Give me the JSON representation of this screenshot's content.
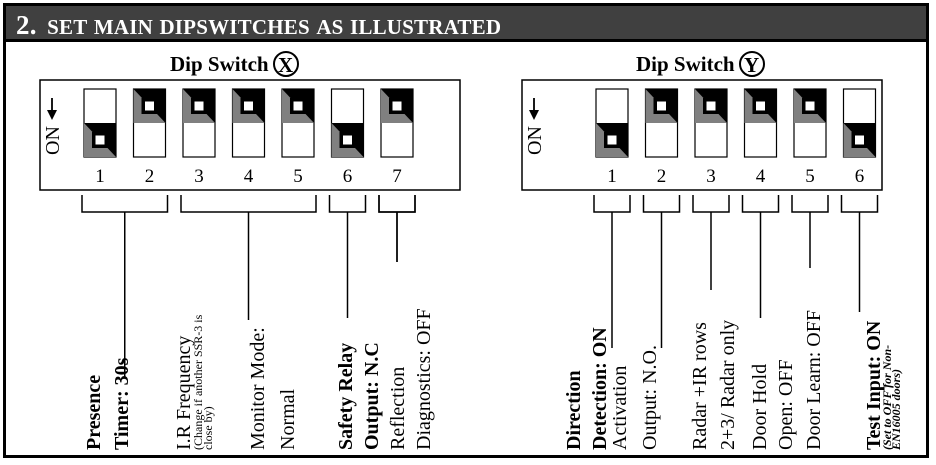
{
  "header": {
    "number": "2.",
    "title_words": [
      "SET",
      "MAIN",
      "DIPSWITCHES",
      "AS",
      "ILLUSTRATED"
    ]
  },
  "switch_x": {
    "title": "Dip Switch",
    "letter": "X",
    "on_label": "ON",
    "switches": [
      {
        "number": "1",
        "state": "on"
      },
      {
        "number": "2",
        "state": "off"
      },
      {
        "number": "3",
        "state": "off"
      },
      {
        "number": "4",
        "state": "off"
      },
      {
        "number": "5",
        "state": "off"
      },
      {
        "number": "6",
        "state": "on"
      },
      {
        "number": "7",
        "state": "off"
      }
    ],
    "labels": [
      {
        "lines": [
          {
            "text": "Presence",
            "style": "bold"
          },
          {
            "text": "Timer: 30s",
            "style": "bold"
          }
        ]
      },
      {
        "lines": [
          {
            "text": "I.R Frequency",
            "style": "normal"
          },
          {
            "text": "(Change if another SSR-3 is",
            "style": "small"
          },
          {
            "text": "close by)",
            "style": "small"
          }
        ]
      },
      {
        "lines": [
          {
            "text": "Monitor Mode:",
            "style": "normal"
          },
          {
            "text": "Normal",
            "style": "normal"
          }
        ]
      },
      {
        "lines": [
          {
            "text": "Safety Relay",
            "style": "bold"
          },
          {
            "text": "Output: N.C",
            "style": "bold"
          }
        ]
      },
      {
        "lines": [
          {
            "text": "Reflection",
            "style": "normal"
          },
          {
            "text": "Diagnostics: OFF",
            "style": "normal"
          }
        ]
      }
    ]
  },
  "switch_y": {
    "title": "Dip Switch",
    "letter": "Y",
    "on_label": "ON",
    "switches": [
      {
        "number": "1",
        "state": "on"
      },
      {
        "number": "2",
        "state": "off"
      },
      {
        "number": "3",
        "state": "off"
      },
      {
        "number": "4",
        "state": "off"
      },
      {
        "number": "5",
        "state": "off"
      },
      {
        "number": "6",
        "state": "on"
      }
    ],
    "labels": [
      {
        "lines": [
          {
            "text": "Direction",
            "style": "bold"
          },
          {
            "text": "Detection: ON",
            "style": "bold"
          }
        ]
      },
      {
        "lines": [
          {
            "text": "Activation",
            "style": "normal"
          },
          {
            "text": "Output: N.O.",
            "style": "normal"
          }
        ]
      },
      {
        "lines": [
          {
            "text": "Radar +IR rows",
            "style": "normal"
          },
          {
            "text": "2+3/ Radar only",
            "style": "normal"
          }
        ]
      },
      {
        "lines": [
          {
            "text": "Door Hold",
            "style": "normal"
          },
          {
            "text": "Open: OFF",
            "style": "normal"
          }
        ]
      },
      {
        "lines": [
          {
            "text": "Door Learn: OFF",
            "style": "normal"
          }
        ]
      },
      {
        "lines": [
          {
            "text": "Test Input: ON",
            "style": "bold"
          },
          {
            "text": "(Set to OFF for Non-",
            "style": "smallbi"
          },
          {
            "text": "EN16005 doors)",
            "style": "smallbi"
          }
        ]
      }
    ]
  },
  "colors": {
    "header_bg": "#404040",
    "knob_dark": "#000000",
    "knob_grey": "#808080",
    "line": "#000000"
  }
}
